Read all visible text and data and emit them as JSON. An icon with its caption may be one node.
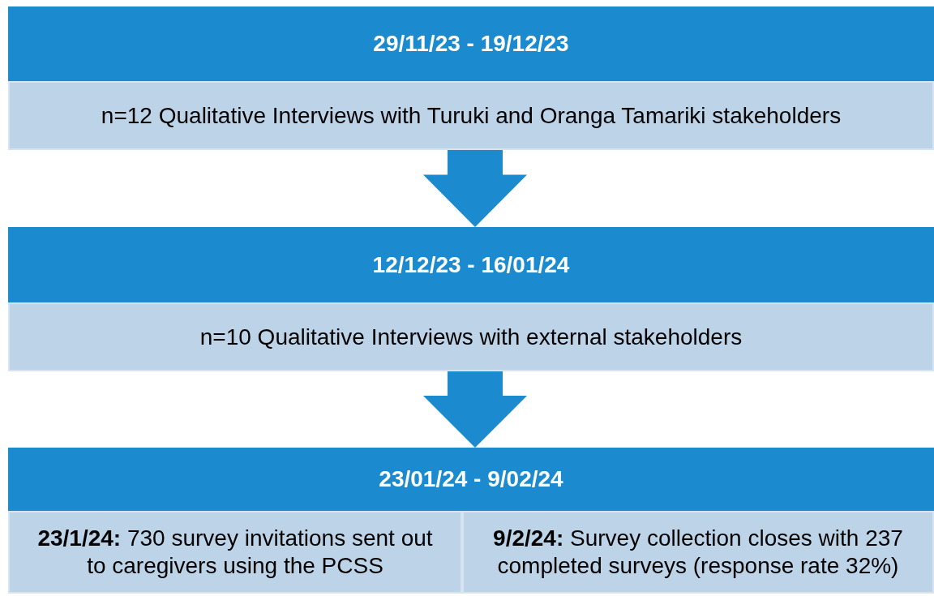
{
  "diagram": {
    "nodes": [
      {
        "text": [
          "29/11/23 - 19/12/23"
        ]
      },
      {
        "text": [
          "n=12 Qualitative Interviews with Turuki and Oranga Tamariki stakeholders"
        ]
      },
      {
        "text": [
          "12/12/23 - 16/01/24"
        ]
      },
      {
        "text": [
          "n=10 Qualitative Interviews with external stakeholders"
        ]
      },
      {
        "text": [
          "23/01/24 - 9/02/24"
        ]
      },
      {
        "text": [
          "**23/1/24:** 730 survey invitations sent out to caregivers using the PCSS"
        ]
      },
      {
        "text": [
          "**9/2/24:** Survey collection closes with 237 completed surveys (response rate 32%)"
        ]
      }
    ],
    "edges": [
      {
        "from": 1,
        "to": 2,
        "arrow": "to"
      },
      {
        "from": 3,
        "to": 4,
        "arrow": "to"
      }
    ]
  }
}
